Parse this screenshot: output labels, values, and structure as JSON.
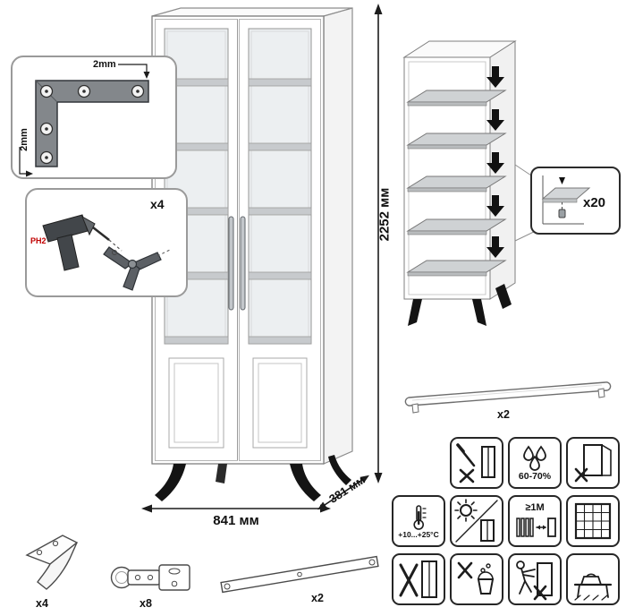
{
  "dimensions": {
    "height": "2252 мм",
    "width": "841 мм",
    "depth": "381 мм"
  },
  "corner_inset": {
    "dim_top": "2mm",
    "dim_side": "2mm"
  },
  "drill_inset": {
    "qty": "x4",
    "bit_label": "PH2"
  },
  "pin_detail": {
    "qty": "x20"
  },
  "rail_part": {
    "qty": "x2"
  },
  "leg_part": {
    "qty": "x4"
  },
  "hinge_part": {
    "qty": "x8"
  },
  "strap_part": {
    "qty": "x2"
  },
  "care": {
    "humidity": "60-70%",
    "temperature": "+10...+25°C",
    "distance": "≥1M"
  },
  "colors": {
    "line": "#1c1c1c",
    "bracket_gray": "#83878b",
    "shelf_gray": "#cfd2d4",
    "leg_black": "#141414",
    "glass": "#eceff1"
  }
}
